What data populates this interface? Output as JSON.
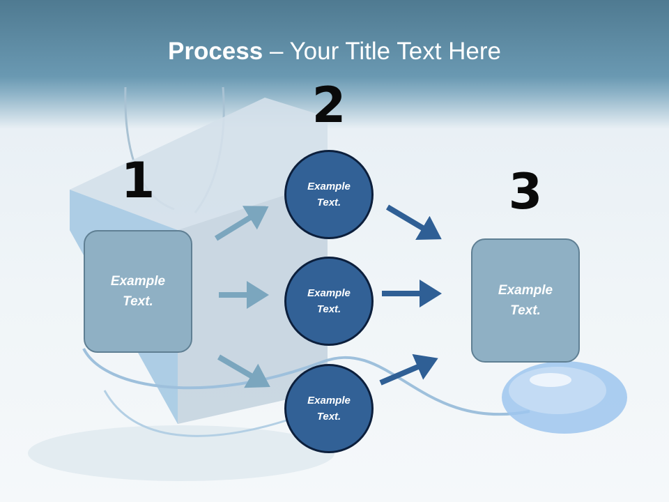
{
  "title": {
    "bold": "Process",
    "rest": " – Your Title Text Here"
  },
  "steps": {
    "one": {
      "number": "1",
      "text": "Example Text."
    },
    "two": {
      "number": "2",
      "circles": [
        "Example Text.",
        "Example Text.",
        "Example Text."
      ]
    },
    "three": {
      "number": "3",
      "text": "Example Text."
    }
  },
  "colors": {
    "header": "#5e8ba3",
    "box_fill": "#8fb0c4",
    "circle_fill": "#326196",
    "arrow_light": "#7ba6be",
    "arrow_dark": "#2f5f95"
  }
}
